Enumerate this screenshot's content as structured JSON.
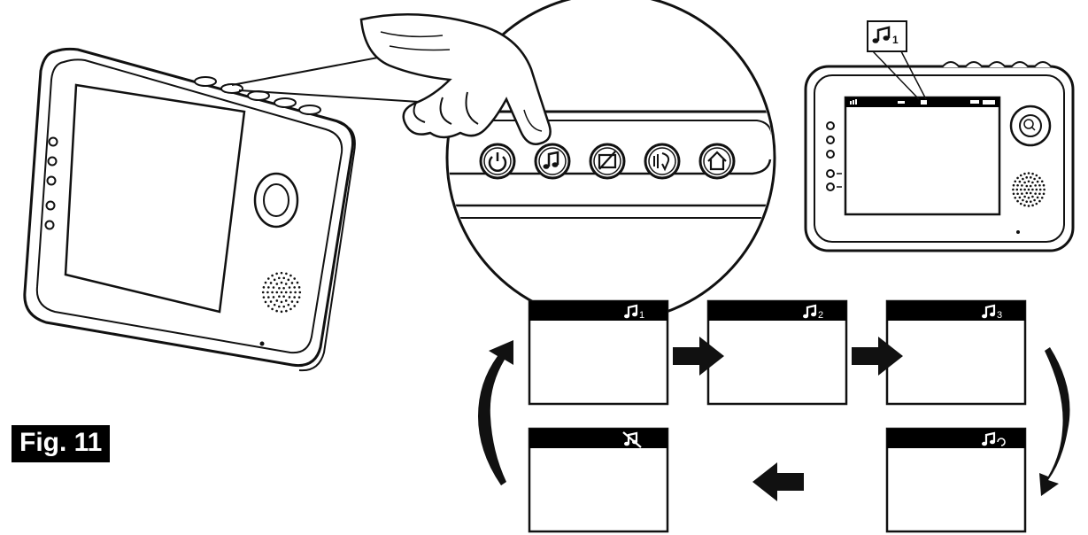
{
  "figure": {
    "label": "Fig. 11"
  },
  "callout": {
    "badge_number": "1"
  },
  "button_row": {
    "buttons": [
      {
        "icon": "power-icon"
      },
      {
        "icon": "music-note-icon"
      },
      {
        "icon": "screen-off-icon"
      },
      {
        "icon": "talk-icon"
      },
      {
        "icon": "home-icon"
      }
    ]
  },
  "lullaby_cycle": {
    "screens": [
      {
        "step": "1"
      },
      {
        "step": "2"
      },
      {
        "step": "3"
      },
      {
        "step": "repeat",
        "icon": "music-repeat-icon"
      },
      {
        "step": "off",
        "icon": "music-off-icon"
      }
    ]
  },
  "colors": {
    "line": "#111111",
    "fill": "#ffffff",
    "bar": "#000000"
  }
}
